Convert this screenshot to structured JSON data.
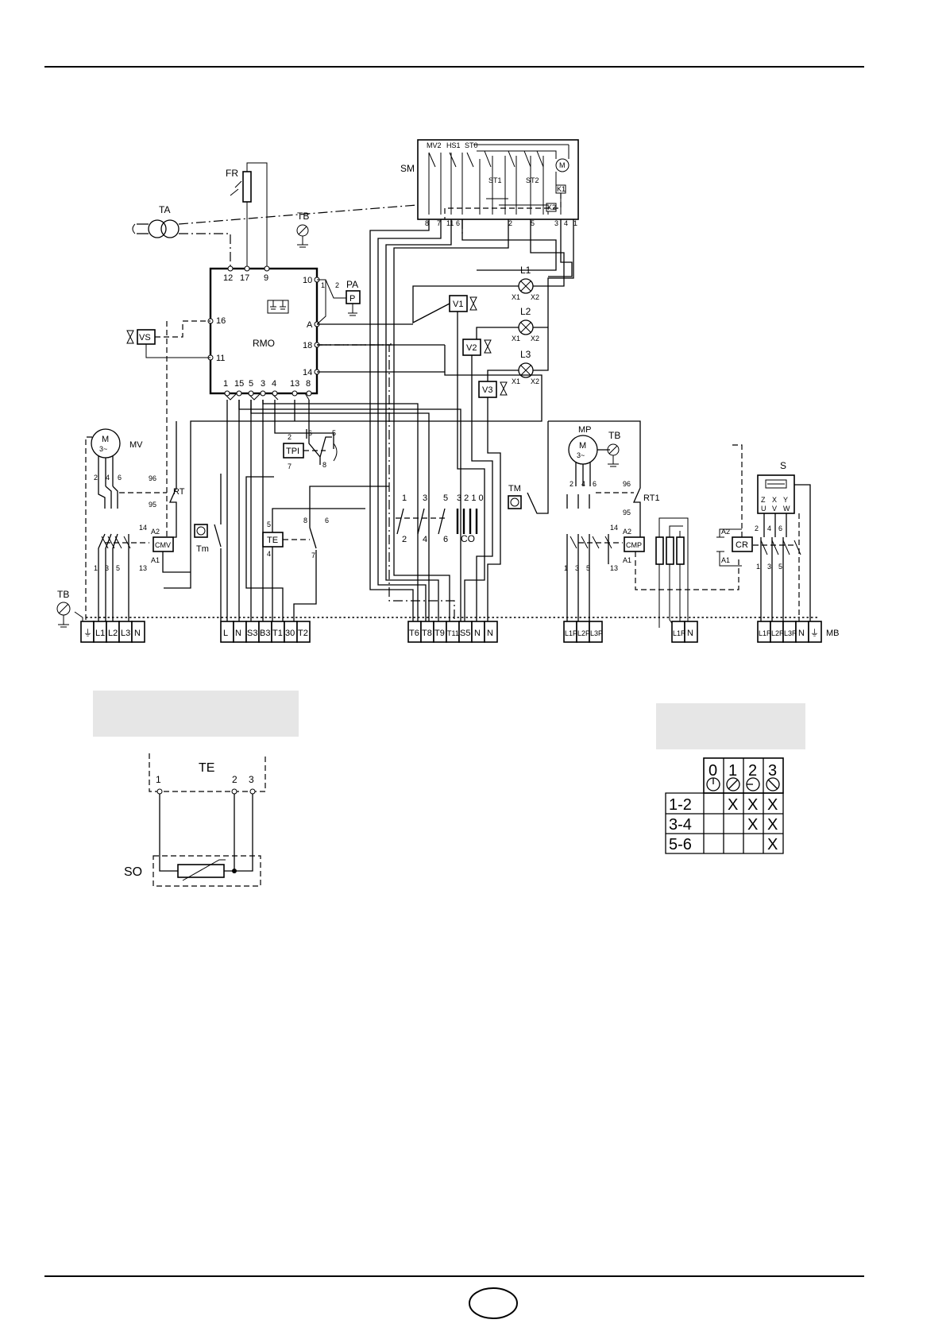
{
  "diagram": {
    "components": {
      "SM": "SM",
      "FR": "FR",
      "TA": "TA",
      "TB": "TB",
      "RMO": "RMO",
      "PA": "PA",
      "P": "P",
      "VS": "VS",
      "MV": "MV",
      "M": "M",
      "RT": "RT",
      "CMV": "CMV",
      "Tm": "Tm",
      "TPI": "TPI",
      "TE": "TE",
      "V1": "V1",
      "V2": "V2",
      "V3": "V3",
      "L1": "L1",
      "L2": "L2",
      "L3": "L3",
      "CO": "CO",
      "CO_positions": "3 2 1 0",
      "TM": "TM",
      "MP": "MP",
      "RT1": "RT1",
      "CMP": "CMP",
      "S": "S",
      "CR": "CR",
      "MB": "MB"
    },
    "sm_labels": [
      "MV2",
      "HS1",
      "ST0",
      "ST1",
      "ST2",
      "K1",
      "K2",
      "M"
    ],
    "sm_terminals": [
      "8",
      "7",
      "11",
      "6",
      "2",
      "5",
      "3",
      "4",
      "1"
    ],
    "rmo_top_terminals": [
      "12",
      "17",
      "9",
      "10"
    ],
    "rmo_side_terminals": [
      "16",
      "11",
      "A",
      "18",
      "14"
    ],
    "rmo_bottom_terminals": [
      "1",
      "15",
      "5",
      "3",
      "4",
      "13",
      "8"
    ],
    "lamp_labels": [
      "X1",
      "X2"
    ],
    "s_labels": [
      "U",
      "V",
      "W",
      "X",
      "Y",
      "Z"
    ],
    "terminal_block_1": [
      "⏚",
      "L1",
      "L2",
      "L3",
      "N"
    ],
    "terminal_block_2": [
      "L",
      "N",
      "S3",
      "B3",
      "T1",
      "30",
      "T2"
    ],
    "terminal_block_3": [
      "T6",
      "T8",
      "T9",
      "T11",
      "S5",
      "N",
      "N"
    ],
    "terminal_block_4": [
      "L1P",
      "L2P",
      "L3P"
    ],
    "terminal_block_5": [
      "L1R",
      "N"
    ],
    "terminal_block_6": [
      "L1R",
      "L2R",
      "L3R",
      "N",
      "⏚"
    ],
    "contactor_terminals": [
      "1",
      "3",
      "5",
      "13",
      "2",
      "4",
      "6",
      "14",
      "A1",
      "A2",
      "95",
      "96"
    ],
    "misc_numbers": [
      "2",
      "7",
      "5",
      "6",
      "8",
      "1",
      "4",
      "3"
    ]
  },
  "detail_te": {
    "title": "TE",
    "terminals": [
      "1",
      "2",
      "3"
    ],
    "sensor": "SO"
  },
  "switch_table": {
    "positions": [
      "0",
      "1",
      "2",
      "3"
    ],
    "rows": [
      {
        "contacts": "1-2",
        "cells": [
          "",
          "X",
          "X",
          "X"
        ]
      },
      {
        "contacts": "3-4",
        "cells": [
          "",
          "",
          "X",
          "X"
        ]
      },
      {
        "contacts": "5-6",
        "cells": [
          "",
          "",
          "",
          "X"
        ]
      }
    ]
  }
}
